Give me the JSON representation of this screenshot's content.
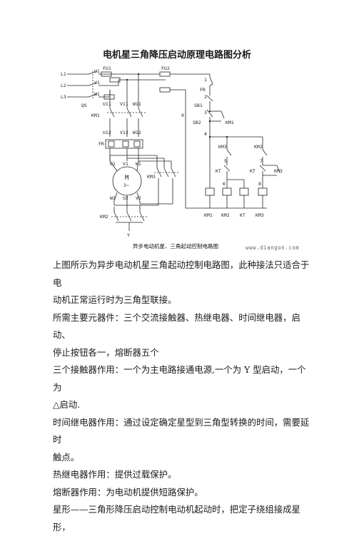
{
  "title": "电机星三角降压启动原理电路图分析",
  "diagram": {
    "labels": {
      "L1": "L1",
      "L2": "L2",
      "L3": "L3",
      "QS": "QS",
      "U1": "U1",
      "V1": "V1",
      "W1": "W1",
      "FU1": "FU1",
      "FU2": "FU2",
      "U11": "U11",
      "V11": "V11",
      "W11": "W11",
      "KM1_main": "KM1",
      "U12": "U12",
      "V12": "V12",
      "W12": "W12",
      "FR_main": "FR",
      "mU1": "U1",
      "mV1": "V1",
      "mW1": "W1",
      "motor": "M",
      "motor_sub": "3~",
      "KM3_main": "KM3",
      "W2": "W2",
      "U2": "U2",
      "V2": "V2",
      "KM2_main": "KM2",
      "Y": "Y",
      "node0": "0",
      "n1": "1",
      "FR_ctrl": "FR",
      "n2": "2",
      "SB1": "SB1",
      "n3": "3",
      "SB2": "SB2",
      "KM1_ctrl": "KM1",
      "n4": "4",
      "KM3_c1": "KM3",
      "KM2_c1": "KM2",
      "n5": "5",
      "n7": "7",
      "KT1": "KT",
      "KT2": "KT",
      "KM3_c2": "KM3",
      "n6": "6",
      "n8": "8",
      "coil_KM1": "KM1",
      "coil_KM2": "KM2",
      "coil_KT": "KT",
      "coil_KM3": "KM3"
    }
  },
  "caption": "异步电动机星、三角起动控制电路图",
  "watermark": "www.diangon.com",
  "paragraphs": [
    "上图所示为异步电动机星三角起动控制电路图，此种接法只适合于电",
    "动机正常运行时为三角型联接。",
    "所需主要元器件：三个交流接触器、热继电器、时间继电器，启动、",
    "停止按钮各一，熔断器五个",
    "三个接触器作用：一个为主电路接通电源,一个为 Y 型启动，一个为",
    "△启动.",
    "时间继电器作用：通过设定确定星型到三角型转换的时间，需要延时",
    "触点。",
    "热继电器作用：提供过载保护。",
    "熔断器作用：为电动机提供短路保护。",
    "星形——三角形降压启动控制电动机起动时，把定子绕组接成星形，"
  ]
}
